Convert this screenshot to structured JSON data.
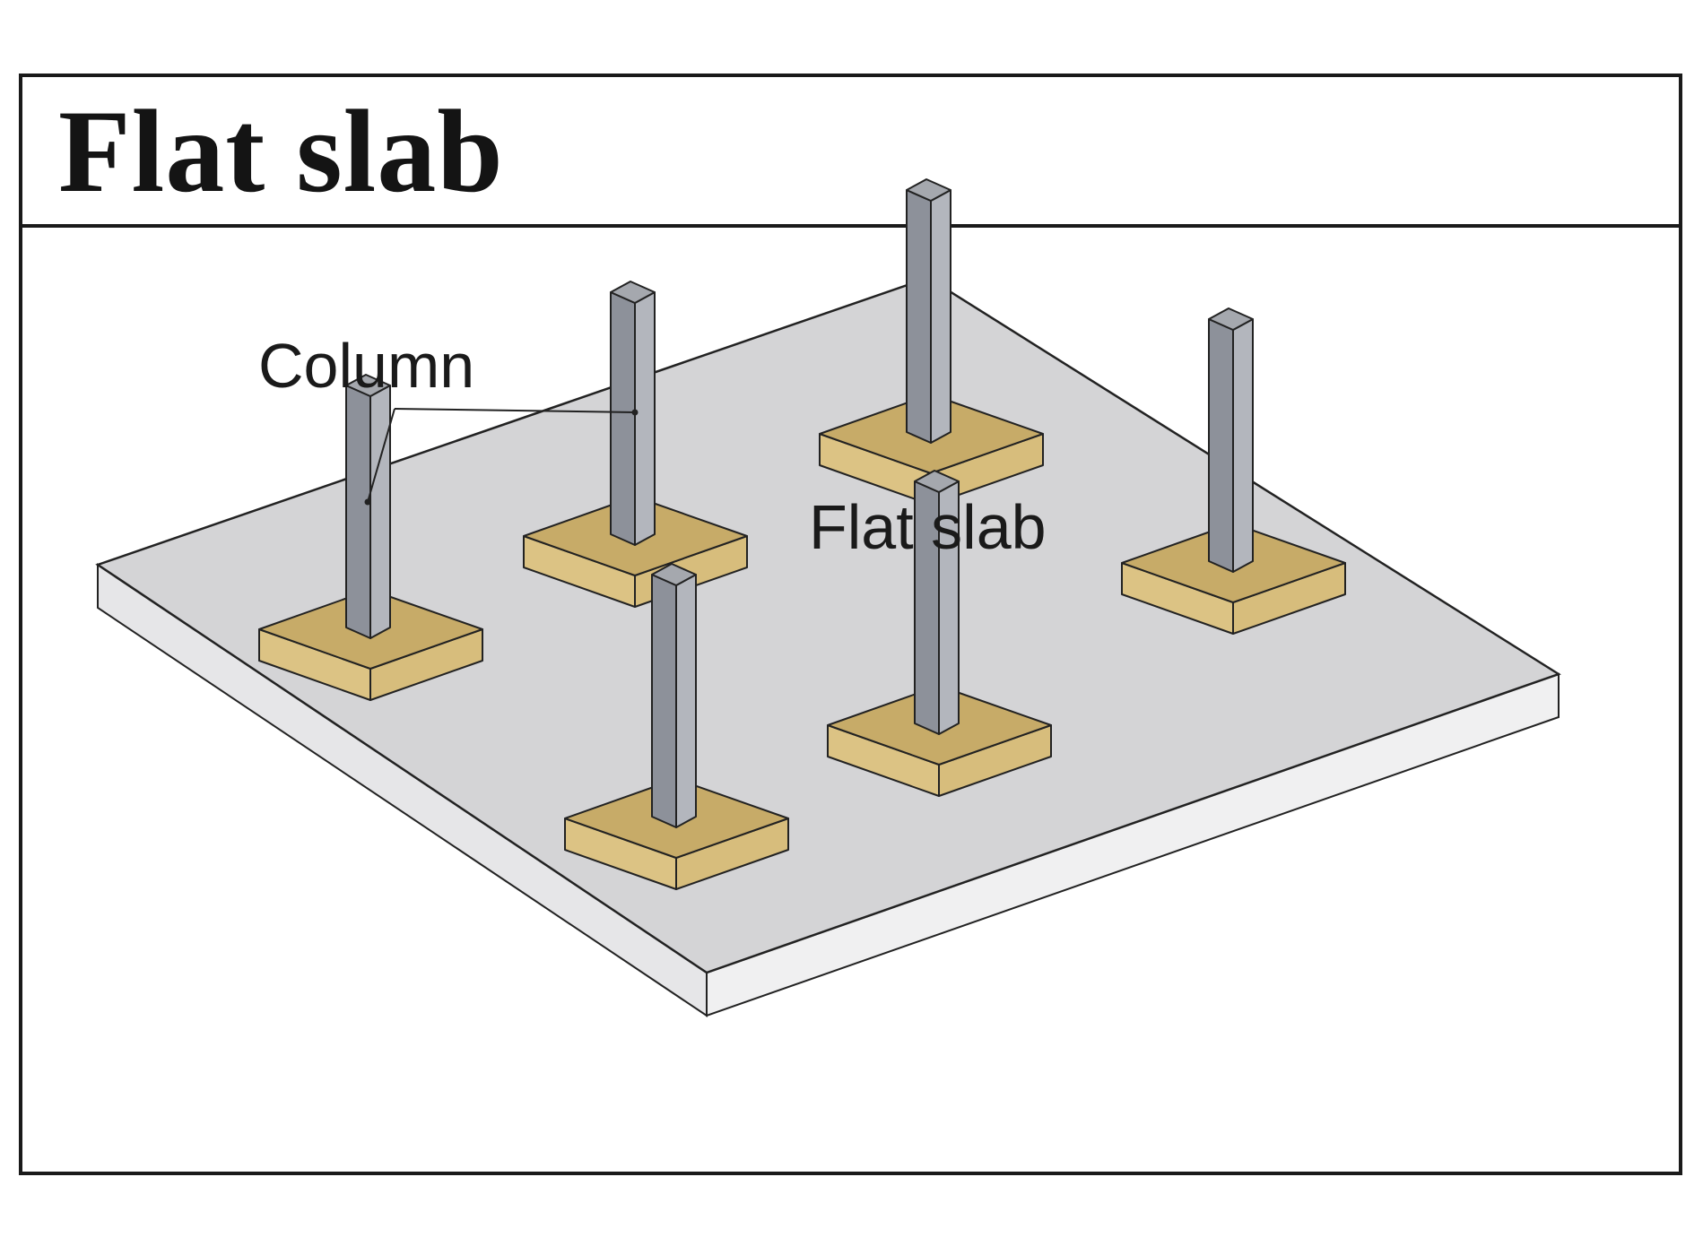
{
  "title": "Flat slab",
  "labels": {
    "column": "Column",
    "slab": "Flat slab"
  },
  "colors": {
    "slab_top": "#d4d4d6",
    "slab_side": "#e8e8ea",
    "slab_front": "#f2f2f3",
    "drop_top": "#c7ab68",
    "drop_side": "#dcc384",
    "column_face": "#8f939b",
    "column_side": "#b9bcc3",
    "column_top": "#a5a8ae",
    "outline": "#222222"
  },
  "columns_count": 6
}
